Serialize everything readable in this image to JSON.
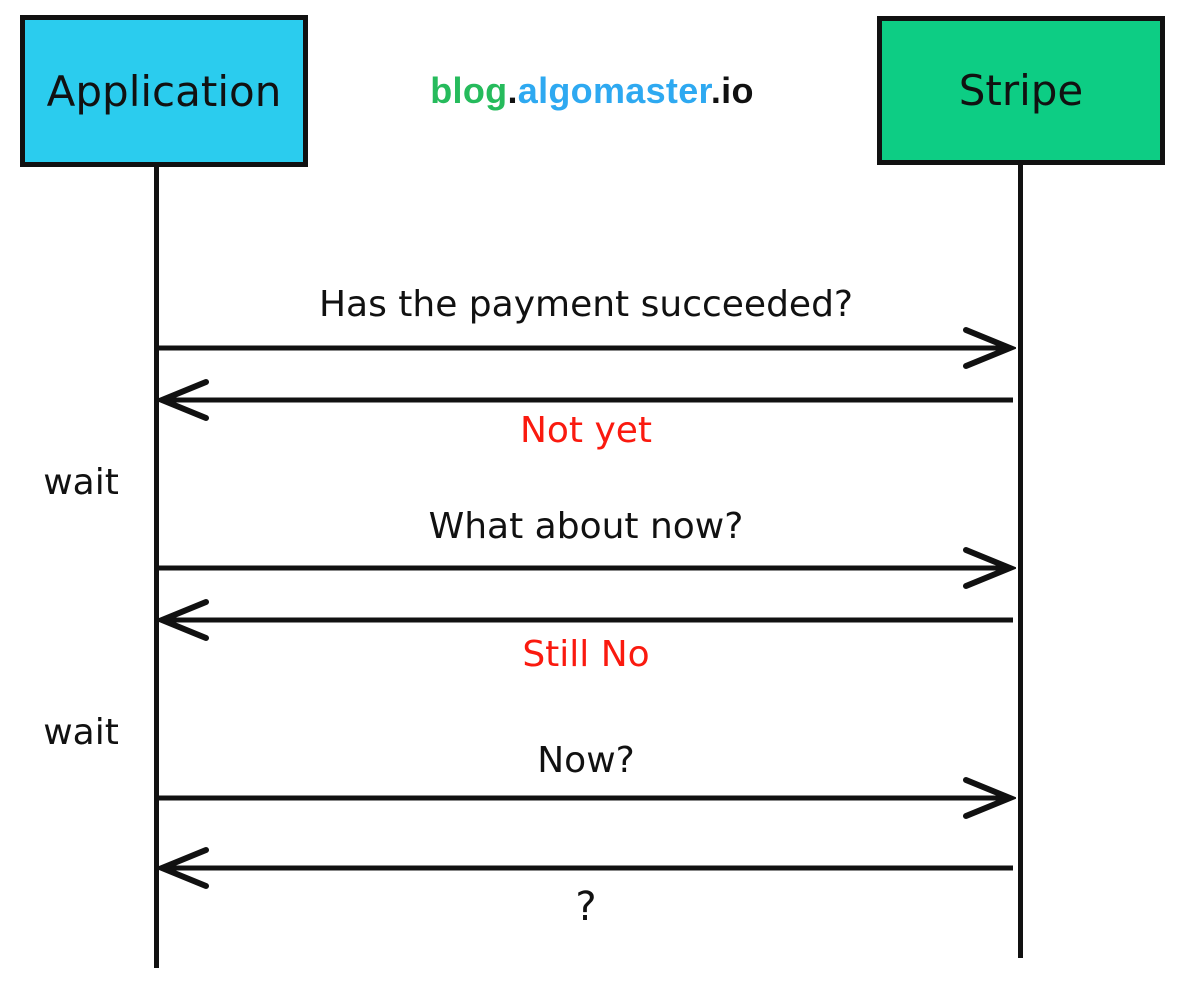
{
  "diagram": {
    "title_watermark": {
      "segments": [
        {
          "text": "blog",
          "color": "#26bb5c"
        },
        {
          "text": ".",
          "color": "#111111"
        },
        {
          "text": "algomaster",
          "color": "#2ea9f1"
        },
        {
          "text": ".",
          "color": "#111111"
        },
        {
          "text": "io",
          "color": "#111111"
        }
      ]
    },
    "actors": [
      {
        "name": "Application",
        "fill": "#2bccee"
      },
      {
        "name": "Stripe",
        "fill": "#0dcd84"
      }
    ],
    "messages": [
      {
        "from": "Application",
        "to": "Stripe",
        "direction": "right",
        "text": "Has the payment succeeded?",
        "color": "#111111"
      },
      {
        "from": "Stripe",
        "to": "Application",
        "direction": "left",
        "text": "Not yet",
        "color": "#fa1a0f"
      },
      {
        "from": "Application",
        "to": "Stripe",
        "direction": "right",
        "text": "What about now?",
        "color": "#111111"
      },
      {
        "from": "Stripe",
        "to": "Application",
        "direction": "left",
        "text": "Still No",
        "color": "#fa1a0f"
      },
      {
        "from": "Application",
        "to": "Stripe",
        "direction": "right",
        "text": "Now?",
        "color": "#111111"
      },
      {
        "from": "Stripe",
        "to": "Application",
        "direction": "left",
        "text": "?",
        "color": "#111111"
      }
    ],
    "wait_labels": [
      {
        "text": "wait"
      },
      {
        "text": "wait"
      }
    ]
  }
}
